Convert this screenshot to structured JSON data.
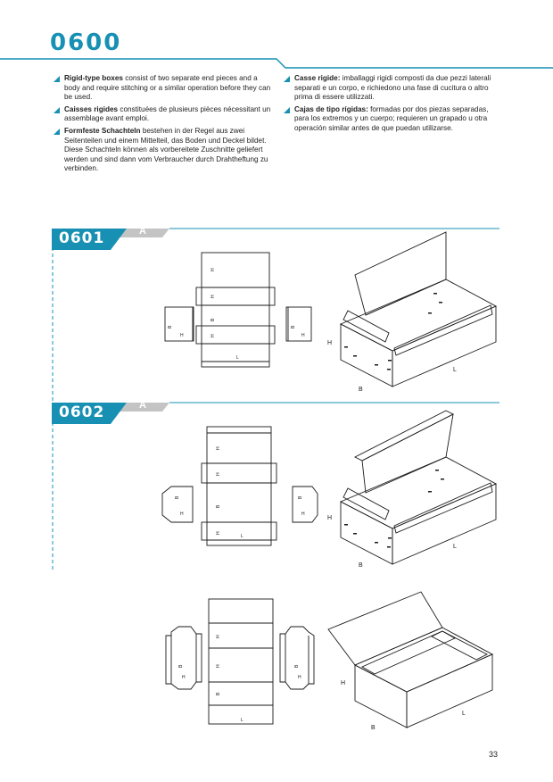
{
  "header": {
    "code": "0600"
  },
  "intro": {
    "left": [
      {
        "lead": "Rigid-type boxes",
        "text": " consist of two separate end pieces and a body and require stitching or a similar operation before they can be used."
      },
      {
        "lead": "Caisses rigides",
        "text": "  constituées de plusieurs pièces nécessitant un assemblage avant emploi."
      },
      {
        "lead": "Formfeste Schachteln",
        "text": " bestehen in der Regel aus zwei Seitenteilen und einem Mittelteil, das Boden und Deckel bildet. Diese Schachteln können als vorbereitete Zuschnitte geliefert werden und sind dann vom Verbraucher durch Drahtheftung zu verbinden."
      }
    ],
    "right": [
      {
        "lead": "Casse rigide:",
        "text": " imballaggi rigidi composti da due pezzi laterali separati e un corpo, e richiedono una fase di cucitura o altro prima di essere utilizzati."
      },
      {
        "lead": "Cajas de tipo rígidas:",
        "text": " formadas por dos piezas separadas, para los extremos y un cuerpo; requieren un grapado u otra operación similar antes de que puedan utilizarse."
      }
    ]
  },
  "sections": [
    {
      "code": "0601",
      "variant": "A"
    },
    {
      "code": "0602",
      "variant": "A"
    }
  ],
  "dim_labels": {
    "length": "L",
    "breadth": "B",
    "height": "H"
  },
  "colors": {
    "accent": "#1790b3",
    "line": "#1a1a1a",
    "grey": "#bdbdbd"
  },
  "page_number": "33"
}
